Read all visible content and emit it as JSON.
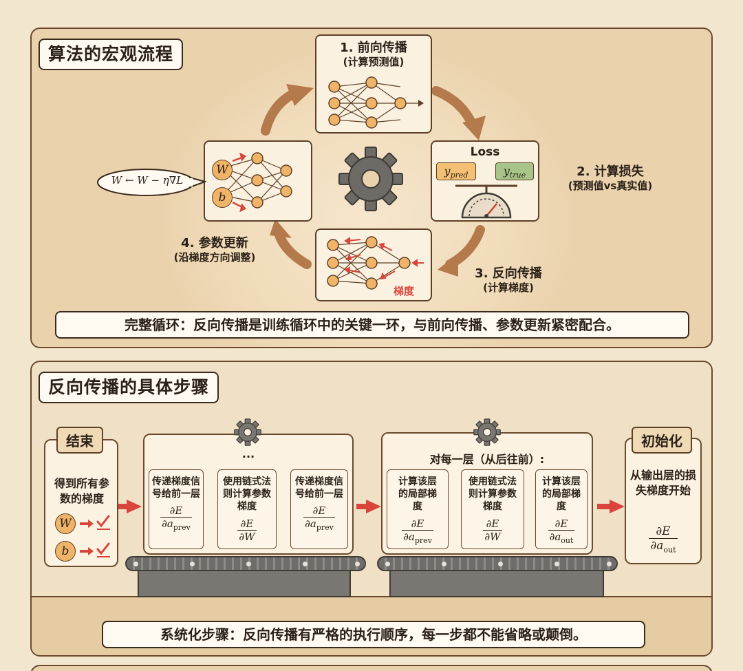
{
  "top": {
    "title": "算法的宏观流程",
    "step1": {
      "title": "1. 前向传播",
      "sub": "(计算预测值)"
    },
    "step2": {
      "title": "2. 计算损失",
      "sub": "(预测值vs真实值)"
    },
    "step3": {
      "title": "3. 反向传播",
      "sub": "(计算梯度)"
    },
    "step4": {
      "title": "4. 参数更新",
      "sub": "(沿梯度方向调整)"
    },
    "loss_title": "Loss",
    "y_pred": "y",
    "y_pred_sub": "pred",
    "y_true": "y",
    "y_true_sub": "true",
    "grad_label": "梯度",
    "w_symbol": "W",
    "b_symbol": "b",
    "update_rule": "W ← W − η∇L",
    "summary": "完整循环：反向传播是训练循环中的关键一环，与前向传播、参数更新紧密配合。"
  },
  "bottom": {
    "title": "反向传播的具体步骤",
    "end_label": "结束",
    "end_text": "得到所有参数的梯度",
    "end_w": "W",
    "end_b": "b",
    "init_label": "初始化",
    "init_text": "从输出层的损失梯度开始",
    "init_frac_num": "∂E",
    "init_frac_den": "∂a",
    "init_frac_den_sub": "out",
    "loop_header": "对每一层（从后往前）:",
    "ellipsis": "...",
    "right_group": [
      {
        "text": "计算该层的局部梯度",
        "num": "∂E",
        "den": "∂a",
        "sub": "prev"
      },
      {
        "text": "使用链式法则计算参数梯度",
        "num": "∂E",
        "den": "∂W",
        "sub": ""
      },
      {
        "text": "计算该层的局部梯度",
        "num": "∂E",
        "den": "∂a",
        "sub": "out"
      }
    ],
    "left_group": [
      {
        "text": "传递梯度信号给前一层",
        "num": "∂E",
        "den": "∂a",
        "sub": "prev"
      },
      {
        "text": "使用链式法则计算参数梯度",
        "num": "∂E",
        "den": "∂W",
        "sub": ""
      },
      {
        "text": "传递梯度信号给前一层",
        "num": "∂E",
        "den": "∂a",
        "sub": "prev"
      }
    ],
    "summary": "系统化步骤：反向传播有严格的执行顺序，每一步都不能省略或颠倒。"
  },
  "colors": {
    "accent_arrow": "#b47a4b",
    "red_arrow": "#d9453a",
    "node": "#f0b468",
    "pred_box": "#f3c074",
    "true_box": "#a9c48a"
  }
}
